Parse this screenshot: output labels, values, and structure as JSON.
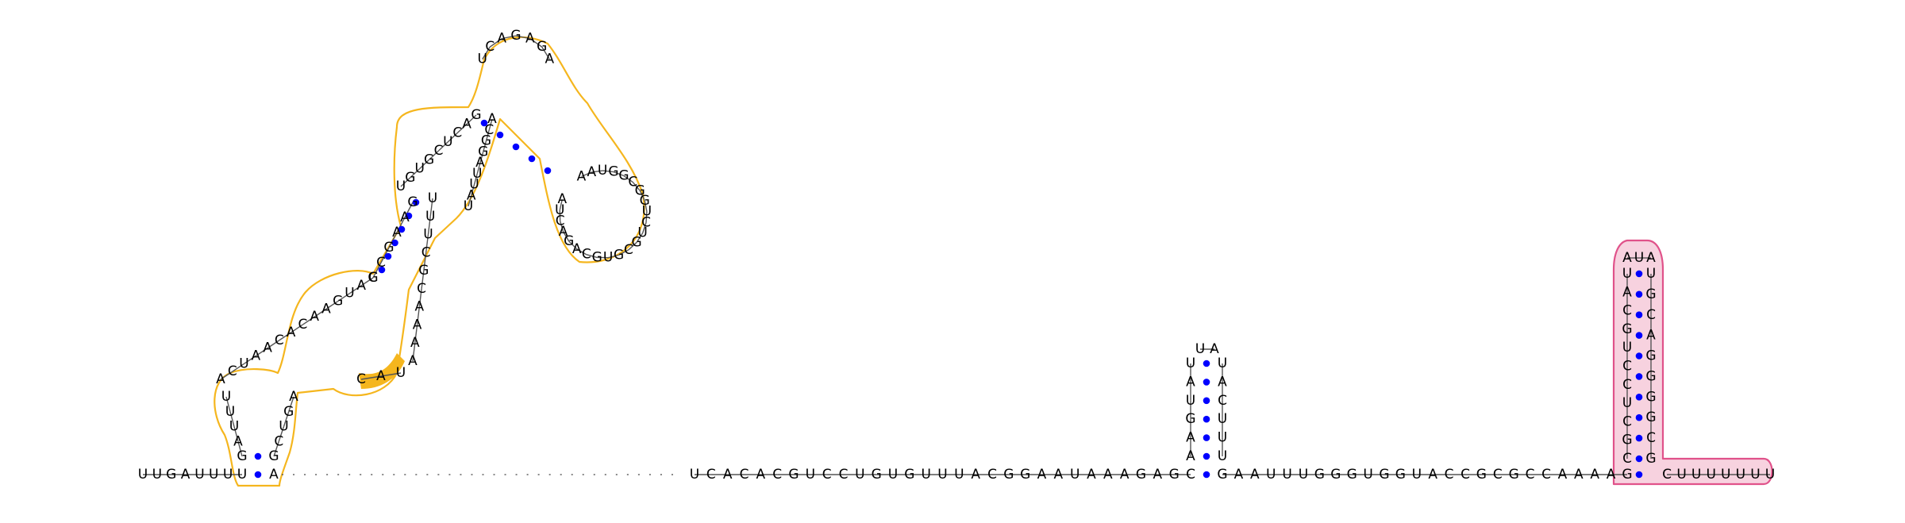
{
  "diagram": {
    "type": "rna-secondary-structure",
    "colors": {
      "base_pair_dot": "#0000ff",
      "domain_outline": "#f5b61e",
      "highlight_fill": "#f5b61e",
      "terminator_outline": "#e0528a",
      "terminator_fill": "#f7d2df",
      "backbone": "#555555"
    },
    "left_tail": [
      "U",
      "U",
      "G",
      "A",
      "U",
      "U",
      "U",
      "U"
    ],
    "left_tail_end": [
      "A"
    ],
    "hairpin1_left": [
      "G",
      "A",
      "U",
      "U",
      "U"
    ],
    "hairpin1_right": [
      "G",
      "C",
      "U",
      "G",
      "A"
    ],
    "interior_strand": [
      "A",
      "C",
      "U",
      "A",
      "A",
      "C",
      "A",
      "C",
      "A",
      "A",
      "G",
      "U",
      "A",
      "G"
    ],
    "interior_highlight": [
      "C",
      "A",
      "U"
    ],
    "stem2_left": [
      "C",
      "C",
      "G",
      "A",
      "A",
      "G"
    ],
    "stem2_right": [
      "U",
      "U",
      "U",
      "C",
      "G",
      "C",
      "A",
      "A",
      "A",
      "A"
    ],
    "loop3": [
      "U",
      "G",
      "U",
      "G",
      "C",
      "U",
      "C",
      "A",
      "G"
    ],
    "top_loop": [
      "U",
      "C",
      "A",
      "G",
      "A",
      "G",
      "A"
    ],
    "branch_right": [
      "A",
      "A",
      "U",
      "G",
      "G",
      "C",
      "G",
      "G",
      "U",
      "C",
      "U",
      "G",
      "C",
      "G",
      "U",
      "G",
      "C",
      "A",
      "G",
      "A",
      "C",
      "U",
      "A"
    ],
    "branch_inner": [
      "A",
      "C",
      "G",
      "G",
      "A",
      "U",
      "U",
      "A",
      "U"
    ],
    "spacer_dashes": 36,
    "middle_strand": [
      "U",
      "C",
      "A",
      "C",
      "A",
      "C",
      "G",
      "U",
      "C",
      "C",
      "U",
      "G",
      "U",
      "G",
      "U",
      "U",
      "U",
      "A",
      "C",
      "G",
      "G",
      "A",
      "A",
      "U",
      "A",
      "A",
      "A",
      "G",
      "A",
      "G",
      "C"
    ],
    "hp_left": [
      "A",
      "A",
      "G",
      "U",
      "A",
      "U"
    ],
    "hp_top": [
      "U",
      "A"
    ],
    "hp_right": [
      "U",
      "A",
      "C",
      "U",
      "U",
      "U"
    ],
    "right_strand": [
      "G",
      "A",
      "A",
      "U",
      "U",
      "U",
      "G",
      "G",
      "G",
      "U",
      "G",
      "G",
      "U",
      "A",
      "C",
      "C",
      "G",
      "C",
      "G",
      "C",
      "C",
      "A",
      "A",
      "A",
      "A",
      "G"
    ],
    "term_left": [
      "C",
      "G",
      "C",
      "U",
      "C",
      "C",
      "U",
      "G",
      "C",
      "A",
      "U"
    ],
    "term_top": [
      "A",
      "U",
      "A"
    ],
    "term_right": [
      "U",
      "G",
      "C",
      "A",
      "G",
      "G",
      "G",
      "G",
      "C",
      "G"
    ],
    "term_tail": [
      "C",
      "U",
      "U",
      "U",
      "U",
      "U",
      "U",
      "U"
    ]
  }
}
